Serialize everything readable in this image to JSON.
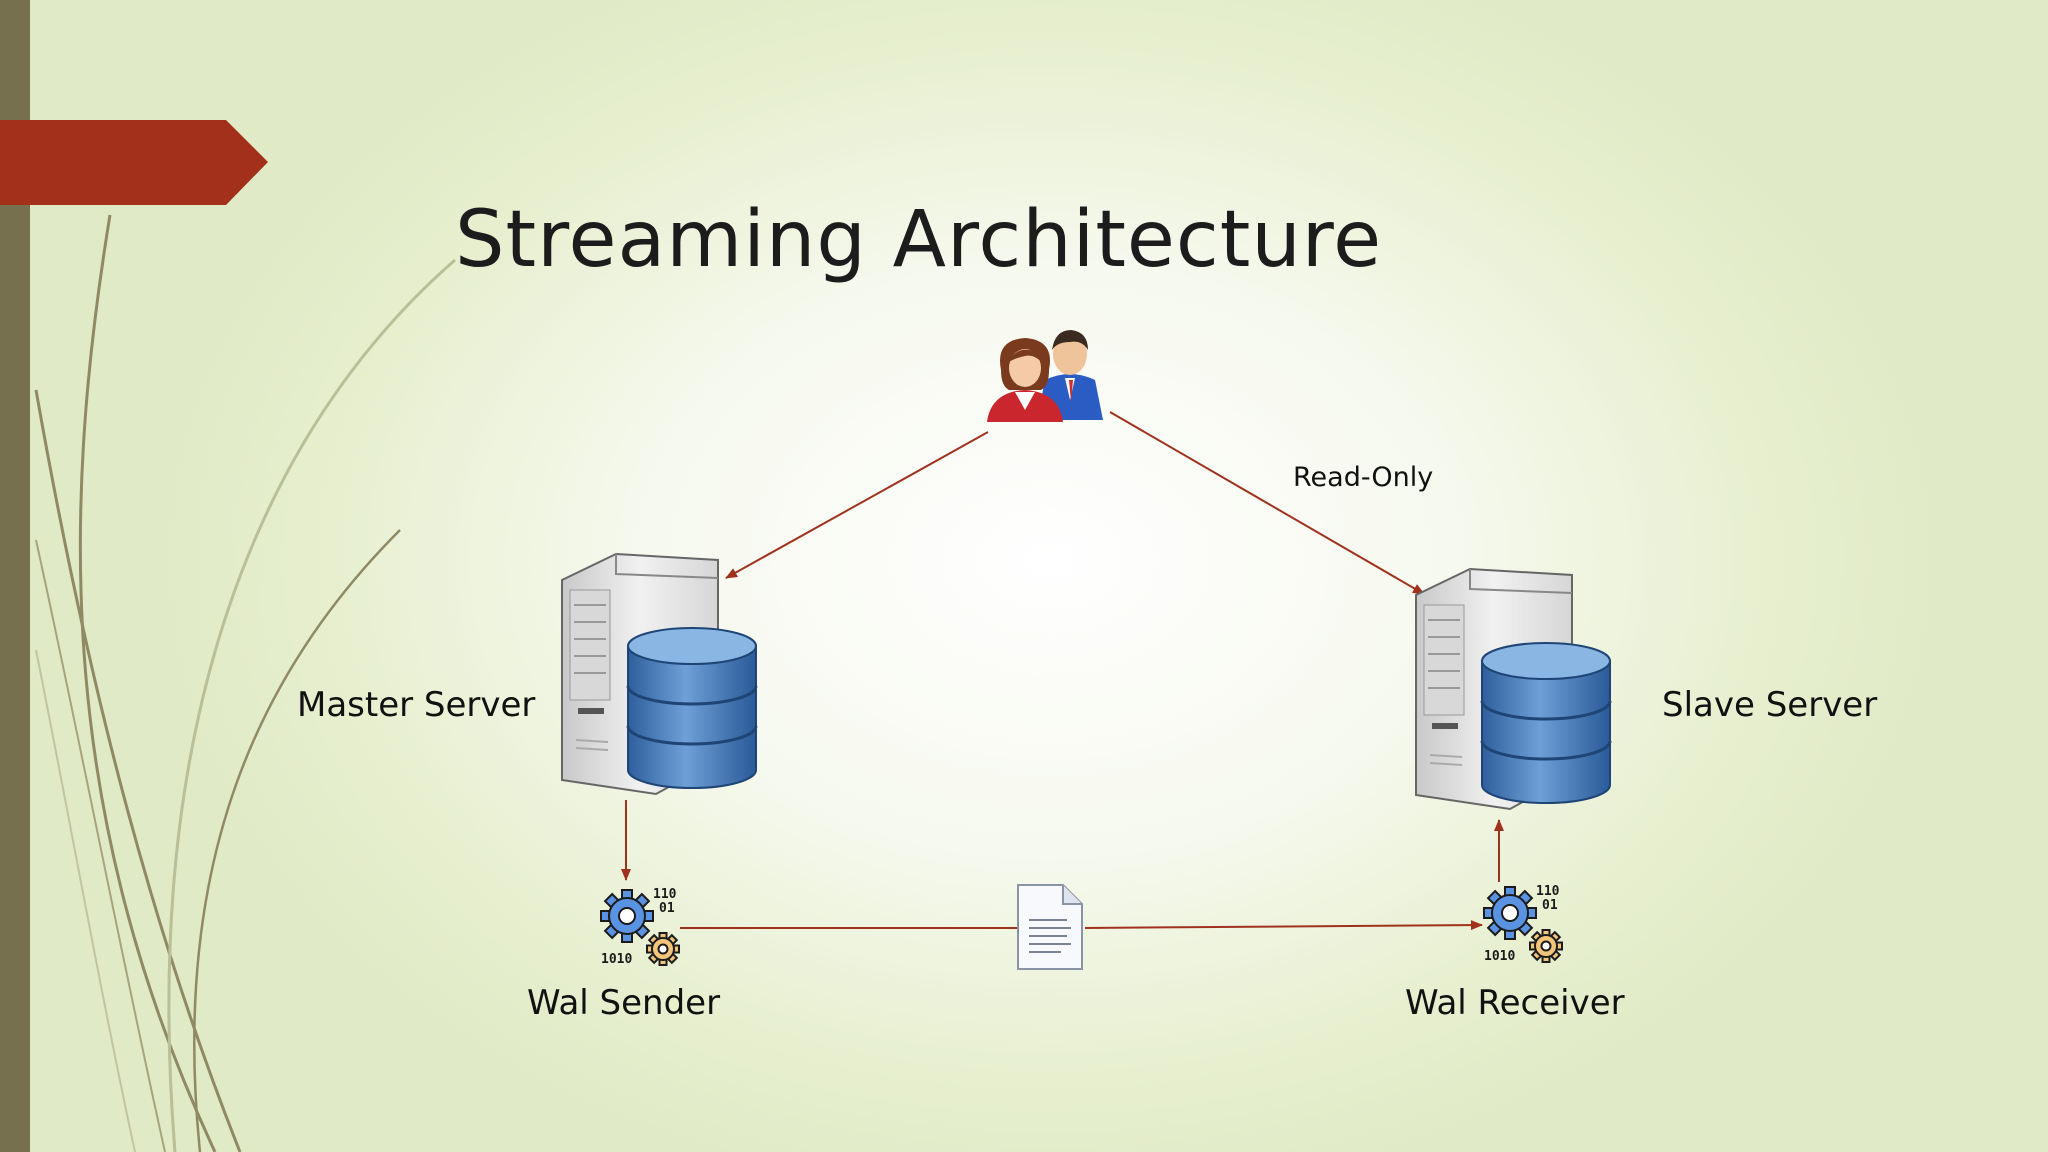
{
  "slide": {
    "title": "Streaming Architecture"
  },
  "diagram": {
    "nodes": [
      {
        "id": "users",
        "label": "",
        "icon": "users-icon"
      },
      {
        "id": "master",
        "label": "Master Server",
        "icon": "server-database-icon"
      },
      {
        "id": "slave",
        "label": "Slave Server",
        "icon": "server-database-icon"
      },
      {
        "id": "wal_sender",
        "label": "Wal Sender",
        "icon": "gears-binary-icon"
      },
      {
        "id": "wal_receiver",
        "label": "Wal Receiver",
        "icon": "gears-binary-icon"
      },
      {
        "id": "wal_file",
        "label": "",
        "icon": "document-icon"
      }
    ],
    "edges": [
      {
        "from": "users",
        "to": "master",
        "label": ""
      },
      {
        "from": "users",
        "to": "slave",
        "label": "Read-Only"
      },
      {
        "from": "master",
        "to": "wal_sender",
        "label": ""
      },
      {
        "from": "wal_sender",
        "to": "wal_receiver",
        "label": "",
        "via": "wal_file"
      },
      {
        "from": "wal_receiver",
        "to": "slave",
        "label": ""
      }
    ]
  },
  "colors": {
    "accent": "#a3301a",
    "sidebar": "#77704f",
    "arrow": "#a0321d"
  }
}
